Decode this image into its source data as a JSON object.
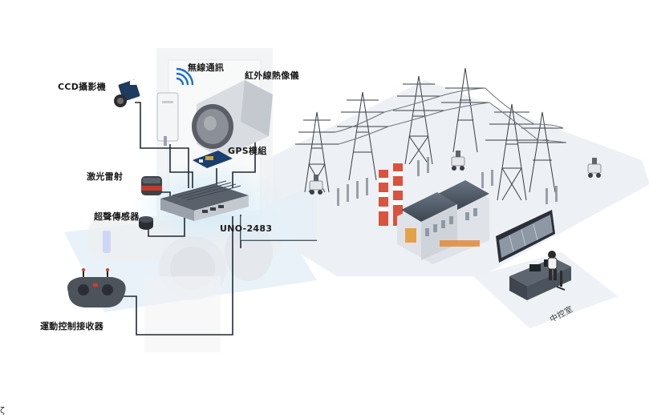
{
  "labels": {
    "ccd_camera": "CCD攝影機",
    "wireless": "無線通訊",
    "thermal_camera": "紅外線熱像儀",
    "gps_module": "GPS模組",
    "lidar": "激光雷射",
    "ultrasonic": "超聲傳感器",
    "computer_model": "UNO-2483",
    "motion_receiver": "運動控制接收器",
    "control_room": "中控室"
  },
  "corner_fragment": "ζ",
  "colors": {
    "line": "#1f2a36",
    "ground": "#e9edf2",
    "robot_body": "#eef0f3",
    "glow": "#bfe3f5",
    "stack_red": "#d9533f",
    "screen_dark": "#2a2f38"
  }
}
